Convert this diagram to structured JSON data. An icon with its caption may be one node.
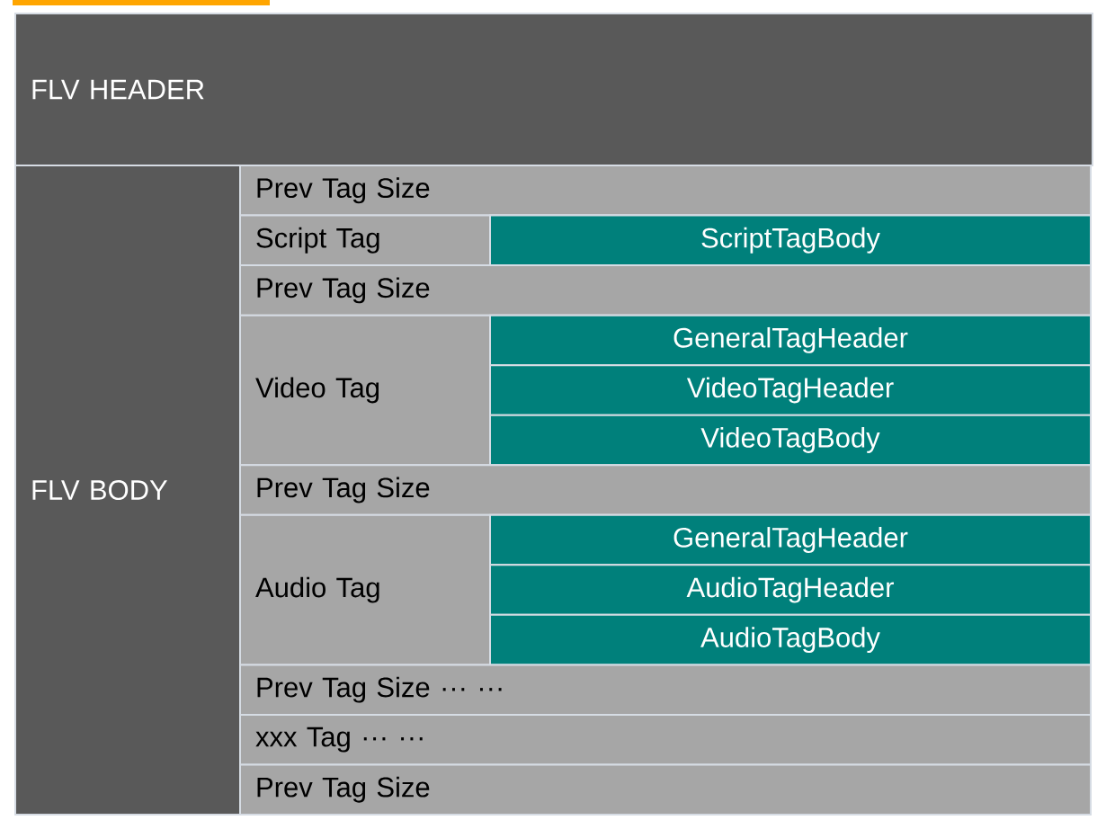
{
  "diagram": {
    "nodes": [
      {
        "text": [
          "FLV HEADER"
        ]
      },
      {
        "text": [
          "FLV BODY"
        ]
      },
      {
        "text": [
          "Prev Tag Size"
        ]
      },
      {
        "text": [
          "Script Tag"
        ]
      },
      {
        "text": [
          "ScriptTagBody"
        ],
        "in": 3
      },
      {
        "text": [
          "Prev Tag Size"
        ]
      },
      {
        "text": [
          "Video Tag"
        ]
      },
      {
        "text": [
          "GeneralTagHeader"
        ],
        "in": 6
      },
      {
        "text": [
          "VideoTagHeader"
        ],
        "in": 6
      },
      {
        "text": [
          "VideoTagBody"
        ],
        "in": 6
      },
      {
        "text": [
          "Prev Tag Size"
        ]
      },
      {
        "text": [
          "Audio Tag"
        ]
      },
      {
        "text": [
          "GeneralTagHeader"
        ],
        "in": 11
      },
      {
        "text": [
          "AudioTagHeader"
        ],
        "in": 11
      },
      {
        "text": [
          "AudioTagBody"
        ],
        "in": 11
      },
      {
        "text": [
          "Prev Tag Size ··· ···"
        ]
      },
      {
        "text": [
          "xxx Tag ··· ···"
        ]
      },
      {
        "text": [
          "Prev Tag Size"
        ]
      }
    ]
  }
}
